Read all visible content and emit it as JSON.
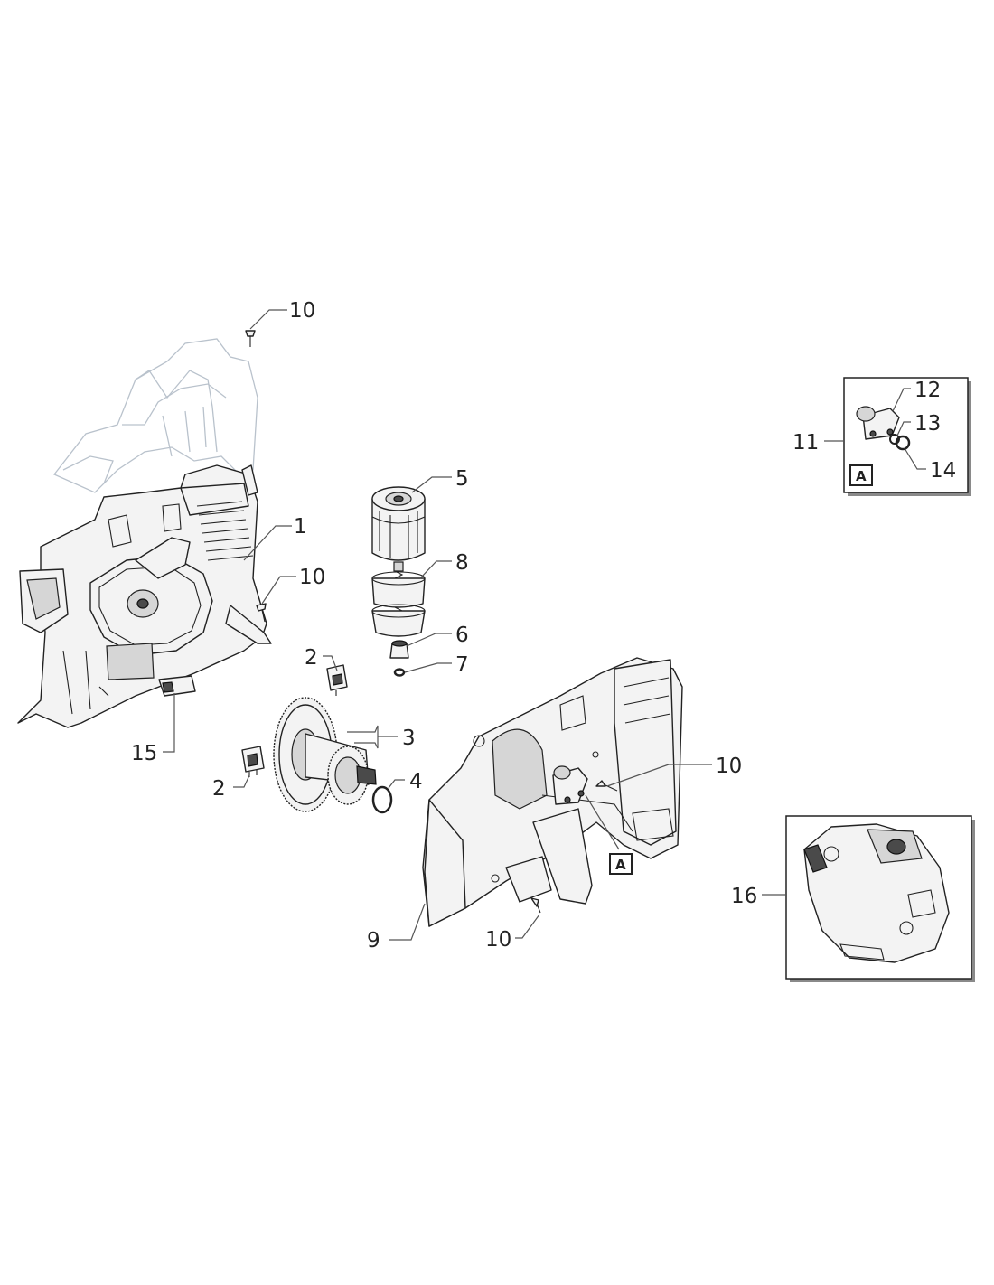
{
  "callouts": {
    "c1": "1",
    "c2a": "2",
    "c2b": "2",
    "c3": "3",
    "c4": "4",
    "c5": "5",
    "c6": "6",
    "c7": "7",
    "c8": "8",
    "c9": "9",
    "c10a": "10",
    "c10b": "10",
    "c10c": "10",
    "c10d": "10",
    "c11": "11",
    "c12": "12",
    "c13": "13",
    "c14": "14",
    "c15": "15",
    "c16": "16"
  },
  "reference_marks": {
    "inset": "A",
    "main": "A"
  },
  "colors": {
    "line": "#222222",
    "leader": "#555555",
    "ghost_outline": "#b9c2cc",
    "dark_fill": "#4a4a4a"
  }
}
